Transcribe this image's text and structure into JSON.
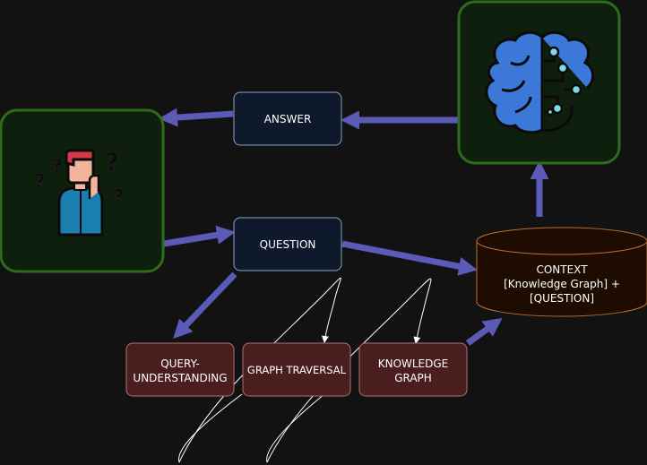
{
  "nodes": {
    "answer": {
      "label": "ANSWER"
    },
    "question": {
      "label": "QUESTION"
    },
    "query_understanding": {
      "line1": "QUERY-",
      "line2": "UNDERSTANDING"
    },
    "graph_traversal": {
      "label": "GRAPH TRAVERSAL"
    },
    "knowledge_graph": {
      "line1": "KNOWLEDGE",
      "line2": "GRAPH"
    },
    "context": {
      "line1": "CONTEXT",
      "line2": "[Knowledge Graph] +",
      "line3": "[QUESTION]"
    },
    "user": {
      "icon": "confused-person-icon",
      "glyph": "?"
    },
    "llm": {
      "icon": "brain-circuit-icon"
    }
  },
  "colors": {
    "background": "#121212",
    "arrow": "#5b5bb7",
    "icon_box_border": "#2f6b1c",
    "icon_box_fill": "#0f1f0d",
    "blue_box_fill": "#0e1a2b",
    "blue_box_border": "#8aa4c8",
    "red_box_fill": "#4a1e1e",
    "red_box_border": "#b07070",
    "context_fill": "#1e0c00",
    "context_border": "#b8702e"
  }
}
